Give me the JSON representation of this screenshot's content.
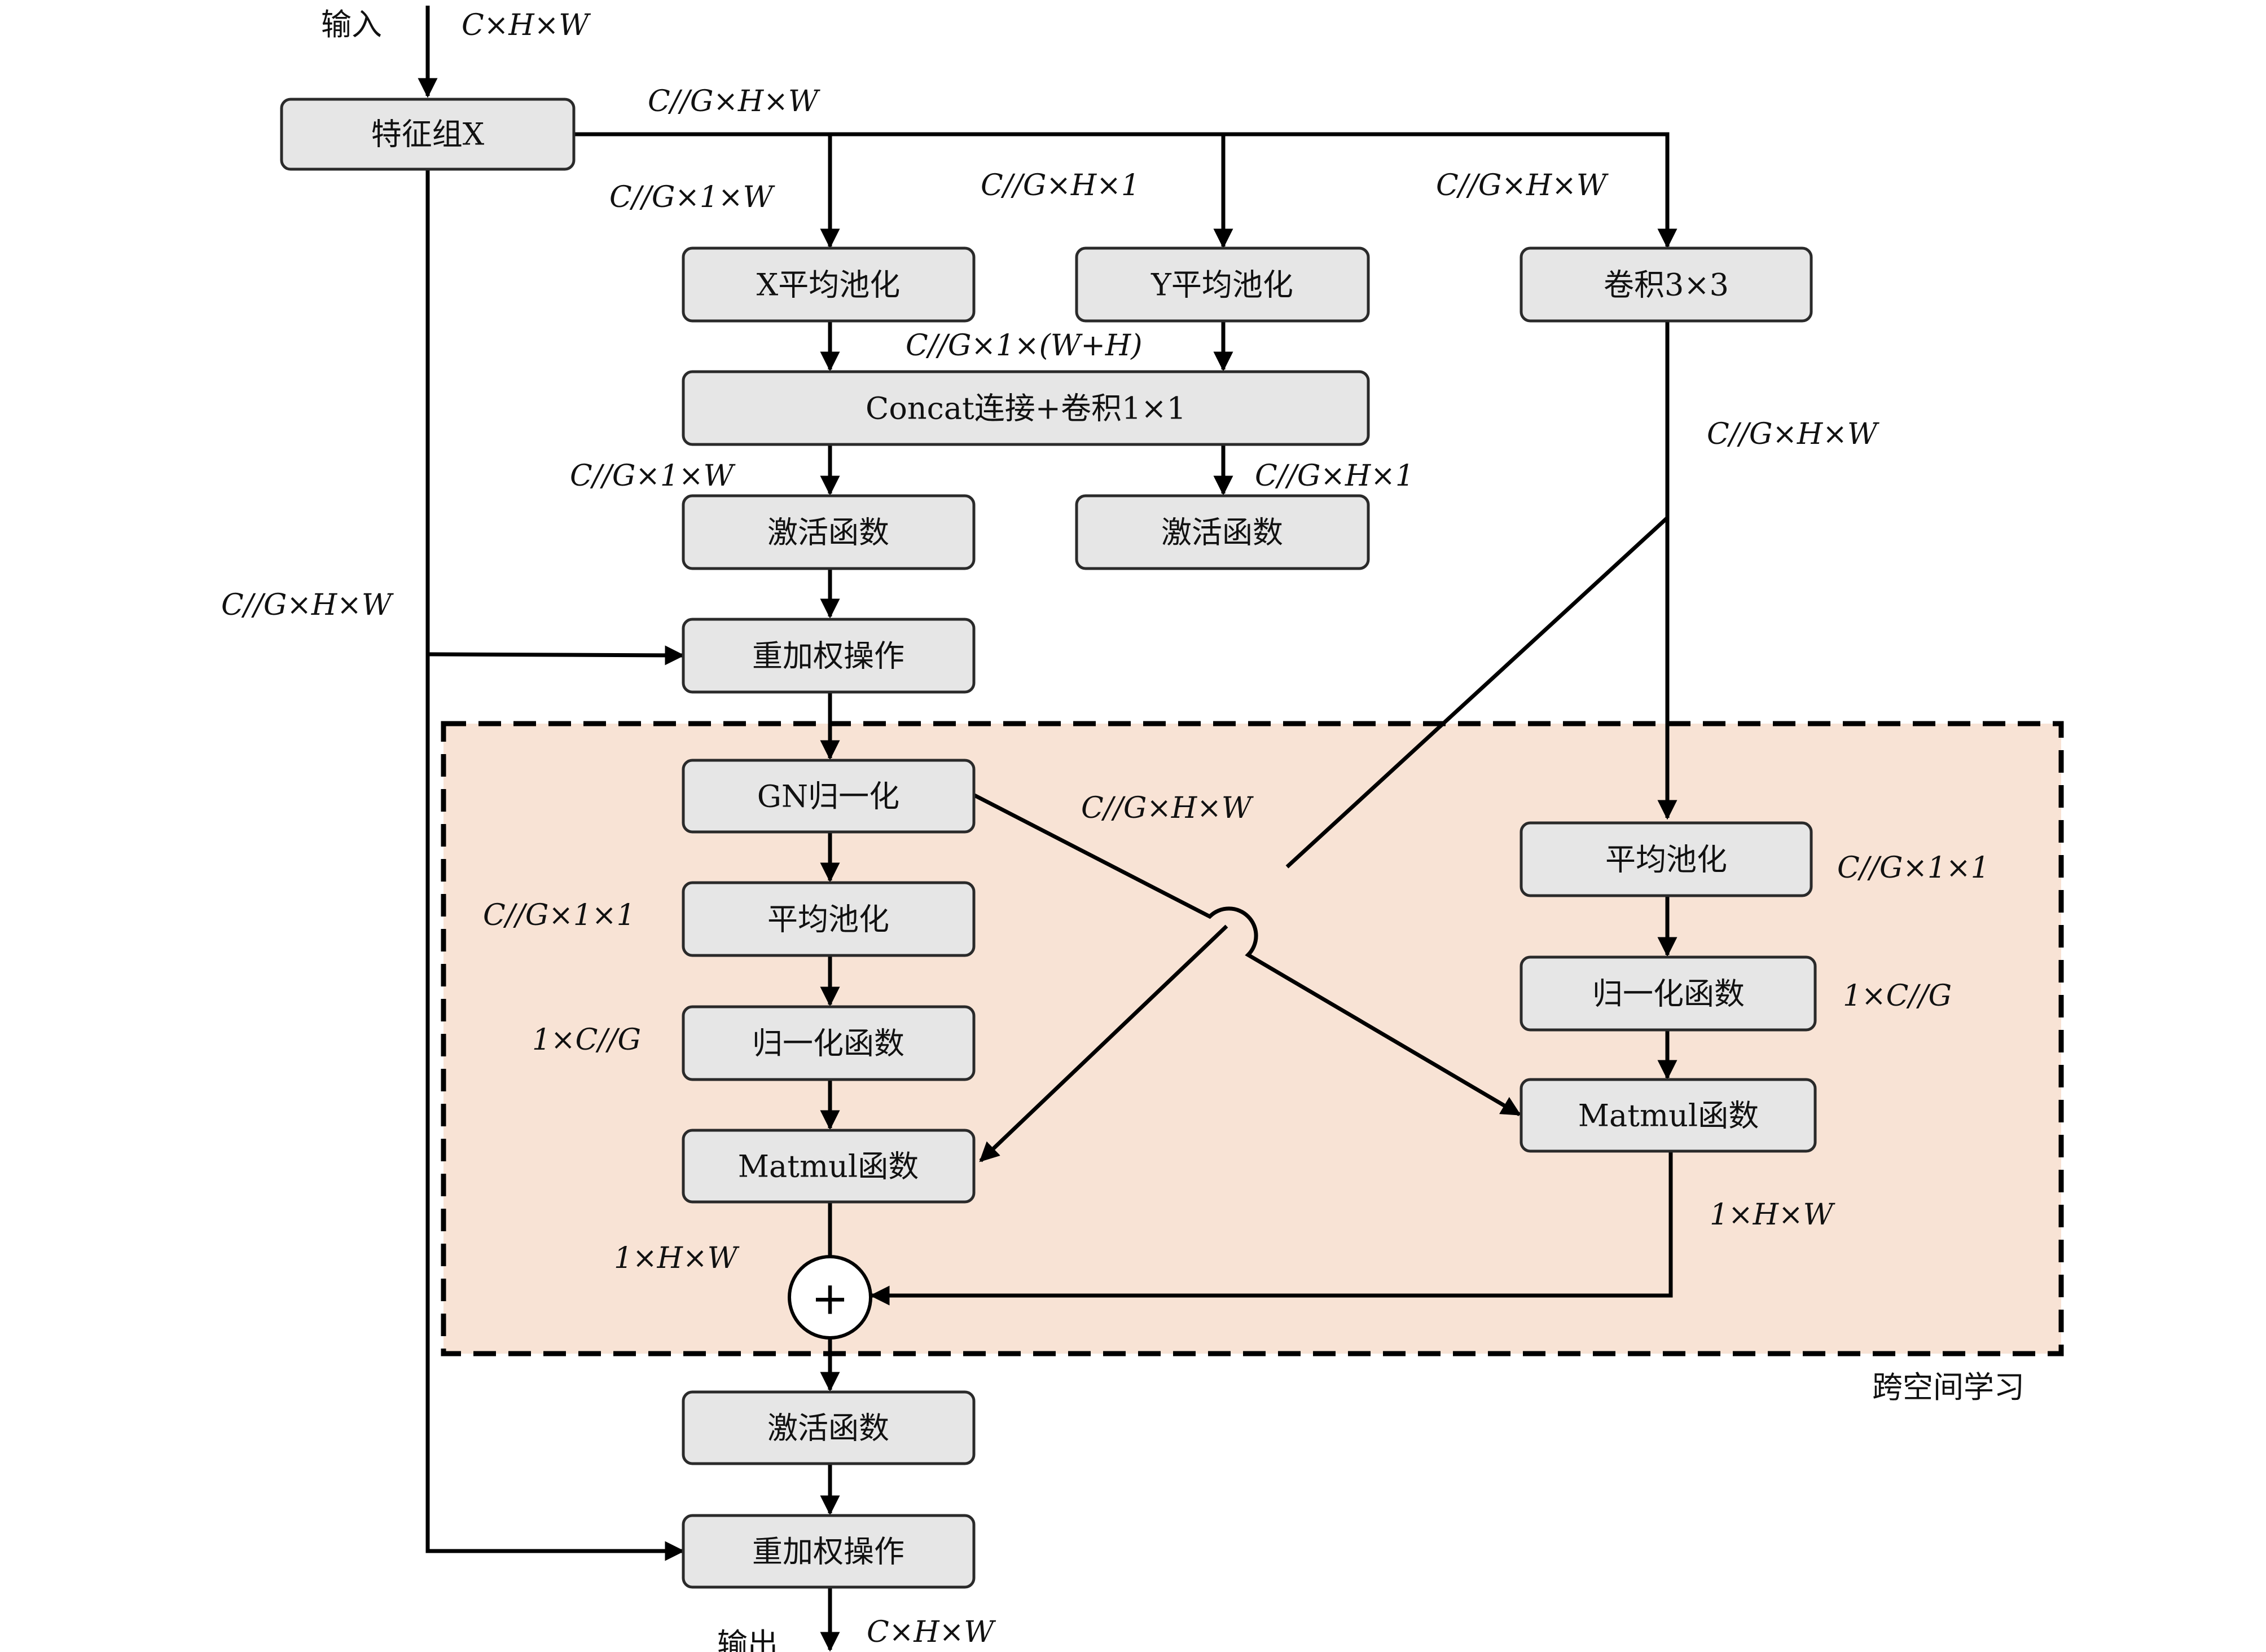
{
  "colors": {
    "box_fill": "#e6e6e6",
    "region_fill": "#f8e3d5",
    "line": "#000000"
  },
  "boxes": {
    "feature_group": "特征组X",
    "x_avg_pool": "X平均池化",
    "y_avg_pool": "Y平均池化",
    "conv3x3": "卷积3×3",
    "concat_conv": "Concat连接+卷积1×1",
    "activation_left": "激活函数",
    "activation_right": "激活函数",
    "reweight_1": "重加权操作",
    "gn_norm": "GN归一化",
    "avg_pool_left": "平均池化",
    "softmax_left": "归一化函数",
    "matmul_left": "Matmul函数",
    "avg_pool_right": "平均池化",
    "softmax_right": "归一化函数",
    "matmul_right": "Matmul函数",
    "activation_bottom": "激活函数",
    "reweight_2": "重加权操作"
  },
  "labels": {
    "input": "输入",
    "output": "输出",
    "cross_space": "跨空间学习",
    "dim_input": "C×H×W",
    "dim_group": "C//G×H×W",
    "dim_x_in": "C//G×1×W",
    "dim_y_in": "C//G×H×1",
    "dim_conv_in": "C//G×H×W",
    "dim_concat": "C//G×1×(W+H)",
    "dim_split_left": "C//G×1×W",
    "dim_split_right": "C//G×H×1",
    "dim_conv_out": "C//G×H×W",
    "dim_skip": "C//G×H×W",
    "dim_gn_cross": "C//G×H×W",
    "dim_pool_left": "C//G×1×1",
    "dim_softmax_left": "1×C//G",
    "dim_matmul_left": "1×H×W",
    "dim_pool_right": "C//G×1×1",
    "dim_softmax_right": "1×C//G",
    "dim_matmul_right": "1×H×W",
    "dim_output": "C×H×W",
    "plus": "+"
  }
}
